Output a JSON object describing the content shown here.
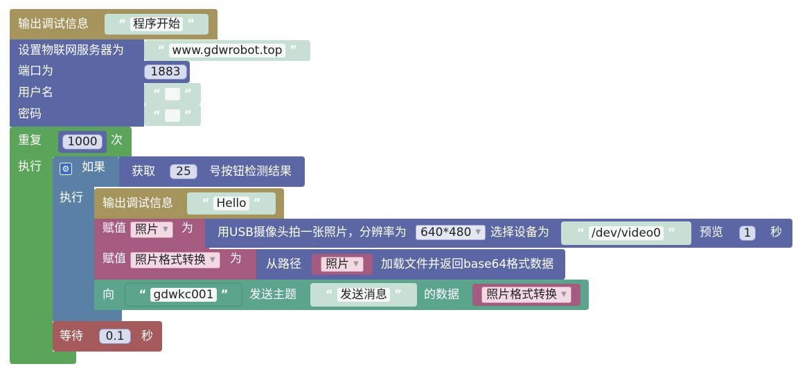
{
  "debug1": {
    "label": "输出调试信息",
    "value": "程序开始"
  },
  "mqtt": {
    "server_label": "设置物联网服务器为",
    "server_value": "www.gdwrobot.top",
    "port_label": "端口为",
    "port_value": "1883",
    "user_label": "用户名",
    "user_value": "",
    "pass_label": "密码",
    "pass_value": ""
  },
  "repeat": {
    "label": "重复",
    "count": "1000",
    "unit": "次",
    "do_label": "执行"
  },
  "if_block": {
    "label": "如果",
    "do_label": "执行"
  },
  "button": {
    "prefix": "获取",
    "pin": "25",
    "suffix": "号按钮检测结果"
  },
  "debug2": {
    "label": "输出调试信息",
    "value": "Hello"
  },
  "assign1": {
    "label": "赋值",
    "var": "照片",
    "as": "为",
    "camera_text": "用USB摄像头拍一张照片，分辨率为",
    "resolution": "640*480",
    "device_label": "选择设备为",
    "device": "/dev/video0",
    "preview_label": "预览",
    "preview_value": "1",
    "seconds": "秒"
  },
  "assign2": {
    "label": "赋值",
    "var": "照片格式转换",
    "as": "为",
    "path_label": "从路径",
    "path_var": "照片",
    "load_text": "加载文件并返回base64格式数据"
  },
  "publish": {
    "to": "向",
    "client": "gdwkc001",
    "topic_label": "发送主题",
    "topic": "发送消息",
    "data_label": "的数据",
    "data_var": "照片格式转换"
  },
  "wait": {
    "label": "等待",
    "value": "0.1",
    "unit": "秒"
  },
  "colors": {
    "debug": "#a5955c",
    "mqtt": "#5b67a5",
    "loop": "#5ba55b",
    "logic": "#5b80a5",
    "variable": "#a55b80",
    "text": "#5ba58c",
    "wait": "#a55b5b"
  }
}
